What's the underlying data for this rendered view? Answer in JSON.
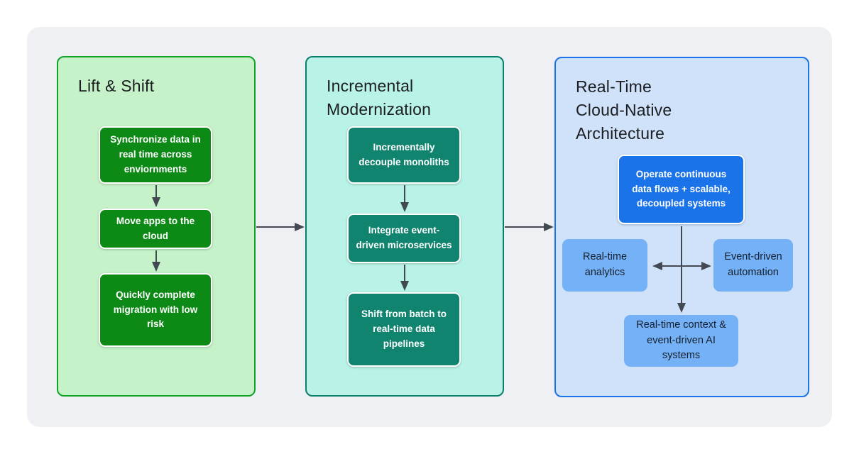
{
  "diagram": {
    "panels": [
      {
        "title": "Lift & Shift",
        "steps": [
          "Synchronize data in real time across enviornments",
          "Move apps to the cloud",
          "Quickly complete migration with low risk"
        ]
      },
      {
        "title": "Incremental Modernization",
        "steps": [
          "Incrementally decouple monoliths",
          "Integrate event-driven microservices",
          "Shift from batch to real-time data pipelines"
        ]
      },
      {
        "title": "Real-Time Cloud-Native Architecture",
        "hub": "Operate continuous data flows + scalable, decoupled systems",
        "branch_left": "Real-time analytics",
        "branch_right": "Event-driven automation",
        "branch_bottom": "Real-time context & event-driven AI systems"
      }
    ],
    "colors": {
      "card_bg": "#eef0f4",
      "panel1_bg": "#c5f2c9",
      "panel1_border": "#12a226",
      "panel1_box": "#0d8a16",
      "panel2_bg": "#b9f2e6",
      "panel2_border": "#0b7f6e",
      "panel2_box": "#10846f",
      "panel3_bg": "#cfe2fa",
      "panel3_border": "#1a73e8",
      "panel3_hub": "#1a73e8",
      "panel3_node": "#74b1f7",
      "arrow": "#424953"
    }
  }
}
